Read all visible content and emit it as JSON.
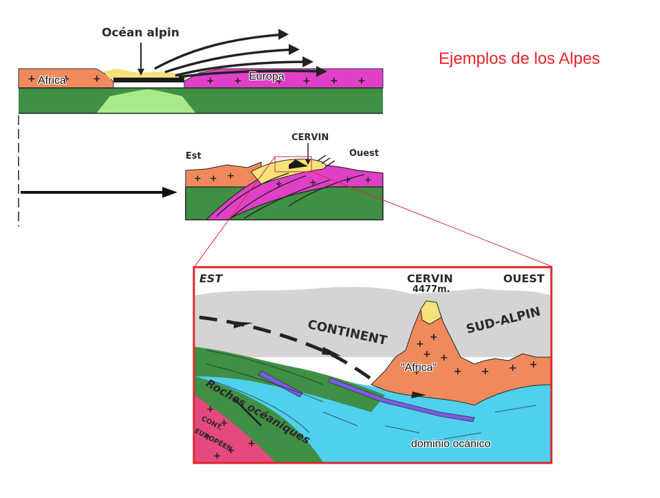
{
  "title": "Ejemplos de los Alpes",
  "top_section": {
    "ocean_label": "Océan alpin",
    "africa_label": "Africa",
    "europa_label": "Europa"
  },
  "middle_section": {
    "cervin_label": "CERVIN",
    "est_label": "Est",
    "ouest_label": "Ouest"
  },
  "zoom_section": {
    "est_label": "EST",
    "cervin_label": "CERVIN",
    "altitude_label": "4477m.",
    "ouest_label": "OUEST",
    "continent_label": "CONTINENT",
    "sud_alpin_label": "SUD-ALPIN",
    "africa_label": "\"Africa\"",
    "roches_label": "Roches océaniques",
    "cont_label": "CONT.",
    "europeen_label": "EUROPÉEN",
    "dominio_label": "dominio ocánico"
  },
  "colors": {
    "title_red": "#e8262a",
    "green": "#3f8f45",
    "pink": "#e040c8",
    "orange": "#f08a5d",
    "yellow": "#f4e27a",
    "cyan": "#4fd0ee",
    "frame_red": "#e0262a"
  }
}
